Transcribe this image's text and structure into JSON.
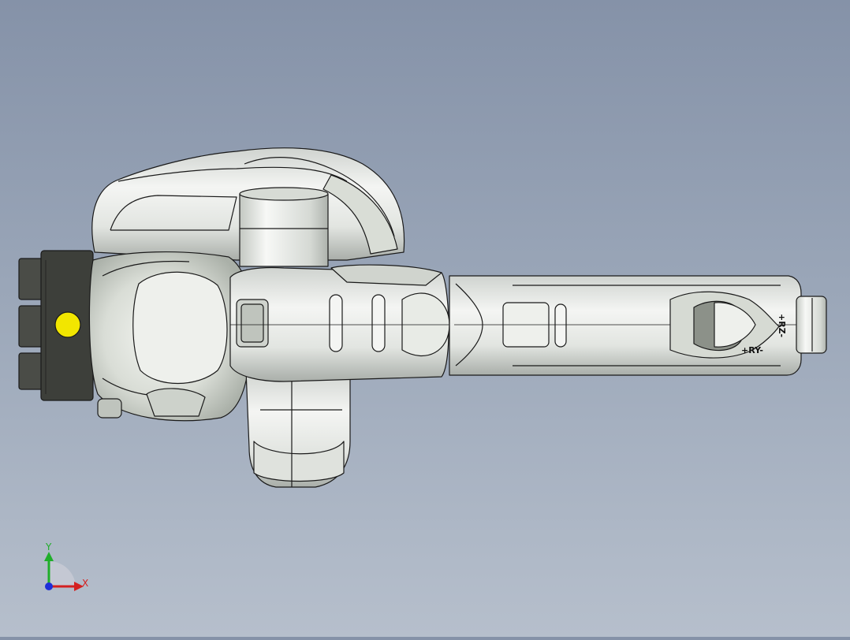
{
  "viewport": {
    "background_top": "#8592a8",
    "background_bottom": "#b6bfcc"
  },
  "model": {
    "body_color": "#e6e8e6",
    "edge_color": "#1a1a1a",
    "connector_color": "#3d3f3a",
    "indicator_color": "#f2e600",
    "engravings": {
      "ry": "+RY-",
      "rz": "+RZ-"
    }
  },
  "triad": {
    "x_label": "X",
    "y_label": "Y",
    "x_color": "#d42020",
    "y_color": "#1fae2a",
    "z_color": "#1e2fd8"
  }
}
